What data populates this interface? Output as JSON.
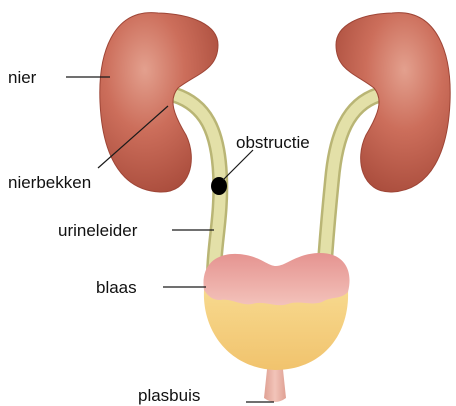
{
  "labels": {
    "kidney": "nier",
    "renal_pelvis": "nierbekken",
    "obstruction": "obstructie",
    "ureter": "urineleider",
    "bladder": "blaas",
    "urethra": "plasbuis"
  },
  "colors": {
    "kidney": "#c4604e",
    "kidney_highlight": "#e09a88",
    "ureter": "#dcd99c",
    "bladder_top": "#eba7a2",
    "urine": "#f6cf7e",
    "urethra": "#eab0a5",
    "obstruction": "#000000"
  }
}
